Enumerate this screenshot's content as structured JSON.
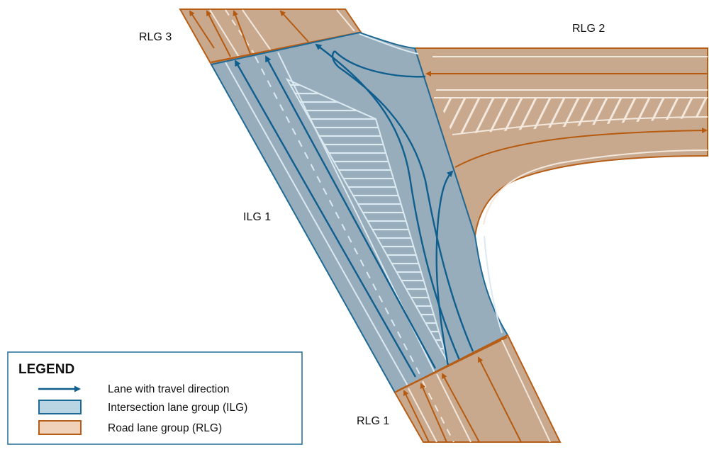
{
  "labels": {
    "rlg3": "RLG 3",
    "rlg2": "RLG 2",
    "ilg1": "ILG 1",
    "rlg1": "RLG 1"
  },
  "legend": {
    "title": "LEGEND",
    "items": [
      {
        "label": "Lane with travel direction",
        "icon": "lane-arrow-icon"
      },
      {
        "label": "Intersection lane group (ILG)",
        "icon": "ilg-swatch-icon"
      },
      {
        "label": "Road lane group (RLG)",
        "icon": "rlg-swatch-icon"
      }
    ]
  },
  "colors": {
    "road_fill": "#c9a98d",
    "road_stroke": "#b85d15",
    "intersection_fill": "#98adbb",
    "intersection_stroke": "#1e6a96",
    "lane_blue": "#0e5e8e",
    "lane_orange": "#b65a10",
    "marking": "#f3e8dd",
    "legend_rlg": "#f0d2ba",
    "legend_ilg": "#b9d4e2"
  }
}
